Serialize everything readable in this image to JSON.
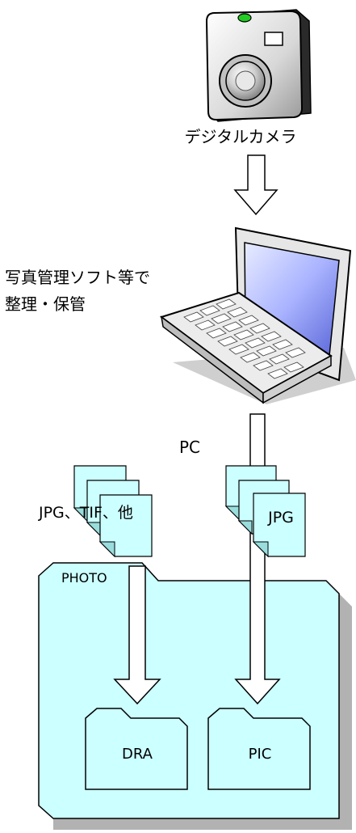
{
  "camera": {
    "label": "デジタルカメラ",
    "icon": "camera-icon"
  },
  "laptop": {
    "label_line1": "写真管理ソフト等で",
    "label_line2": "整理・保管",
    "icon": "laptop-icon"
  },
  "pc_label": "PC",
  "left_files": {
    "label": "JPG、TIF、他",
    "icon": "document-stack-icon"
  },
  "right_files": {
    "label": "JPG",
    "icon": "document-stack-icon"
  },
  "photo_folder": {
    "label": "PHOTO",
    "icon": "folder-icon"
  },
  "dra_folder": {
    "label": "DRA",
    "icon": "folder-icon"
  },
  "pic_folder": {
    "label": "PIC",
    "icon": "folder-icon"
  },
  "colors": {
    "folder_fill": "#CCFFFF",
    "shadow": "#B2B2B2",
    "stroke": "#000000",
    "arrow_fill": "#FFFFFF"
  }
}
